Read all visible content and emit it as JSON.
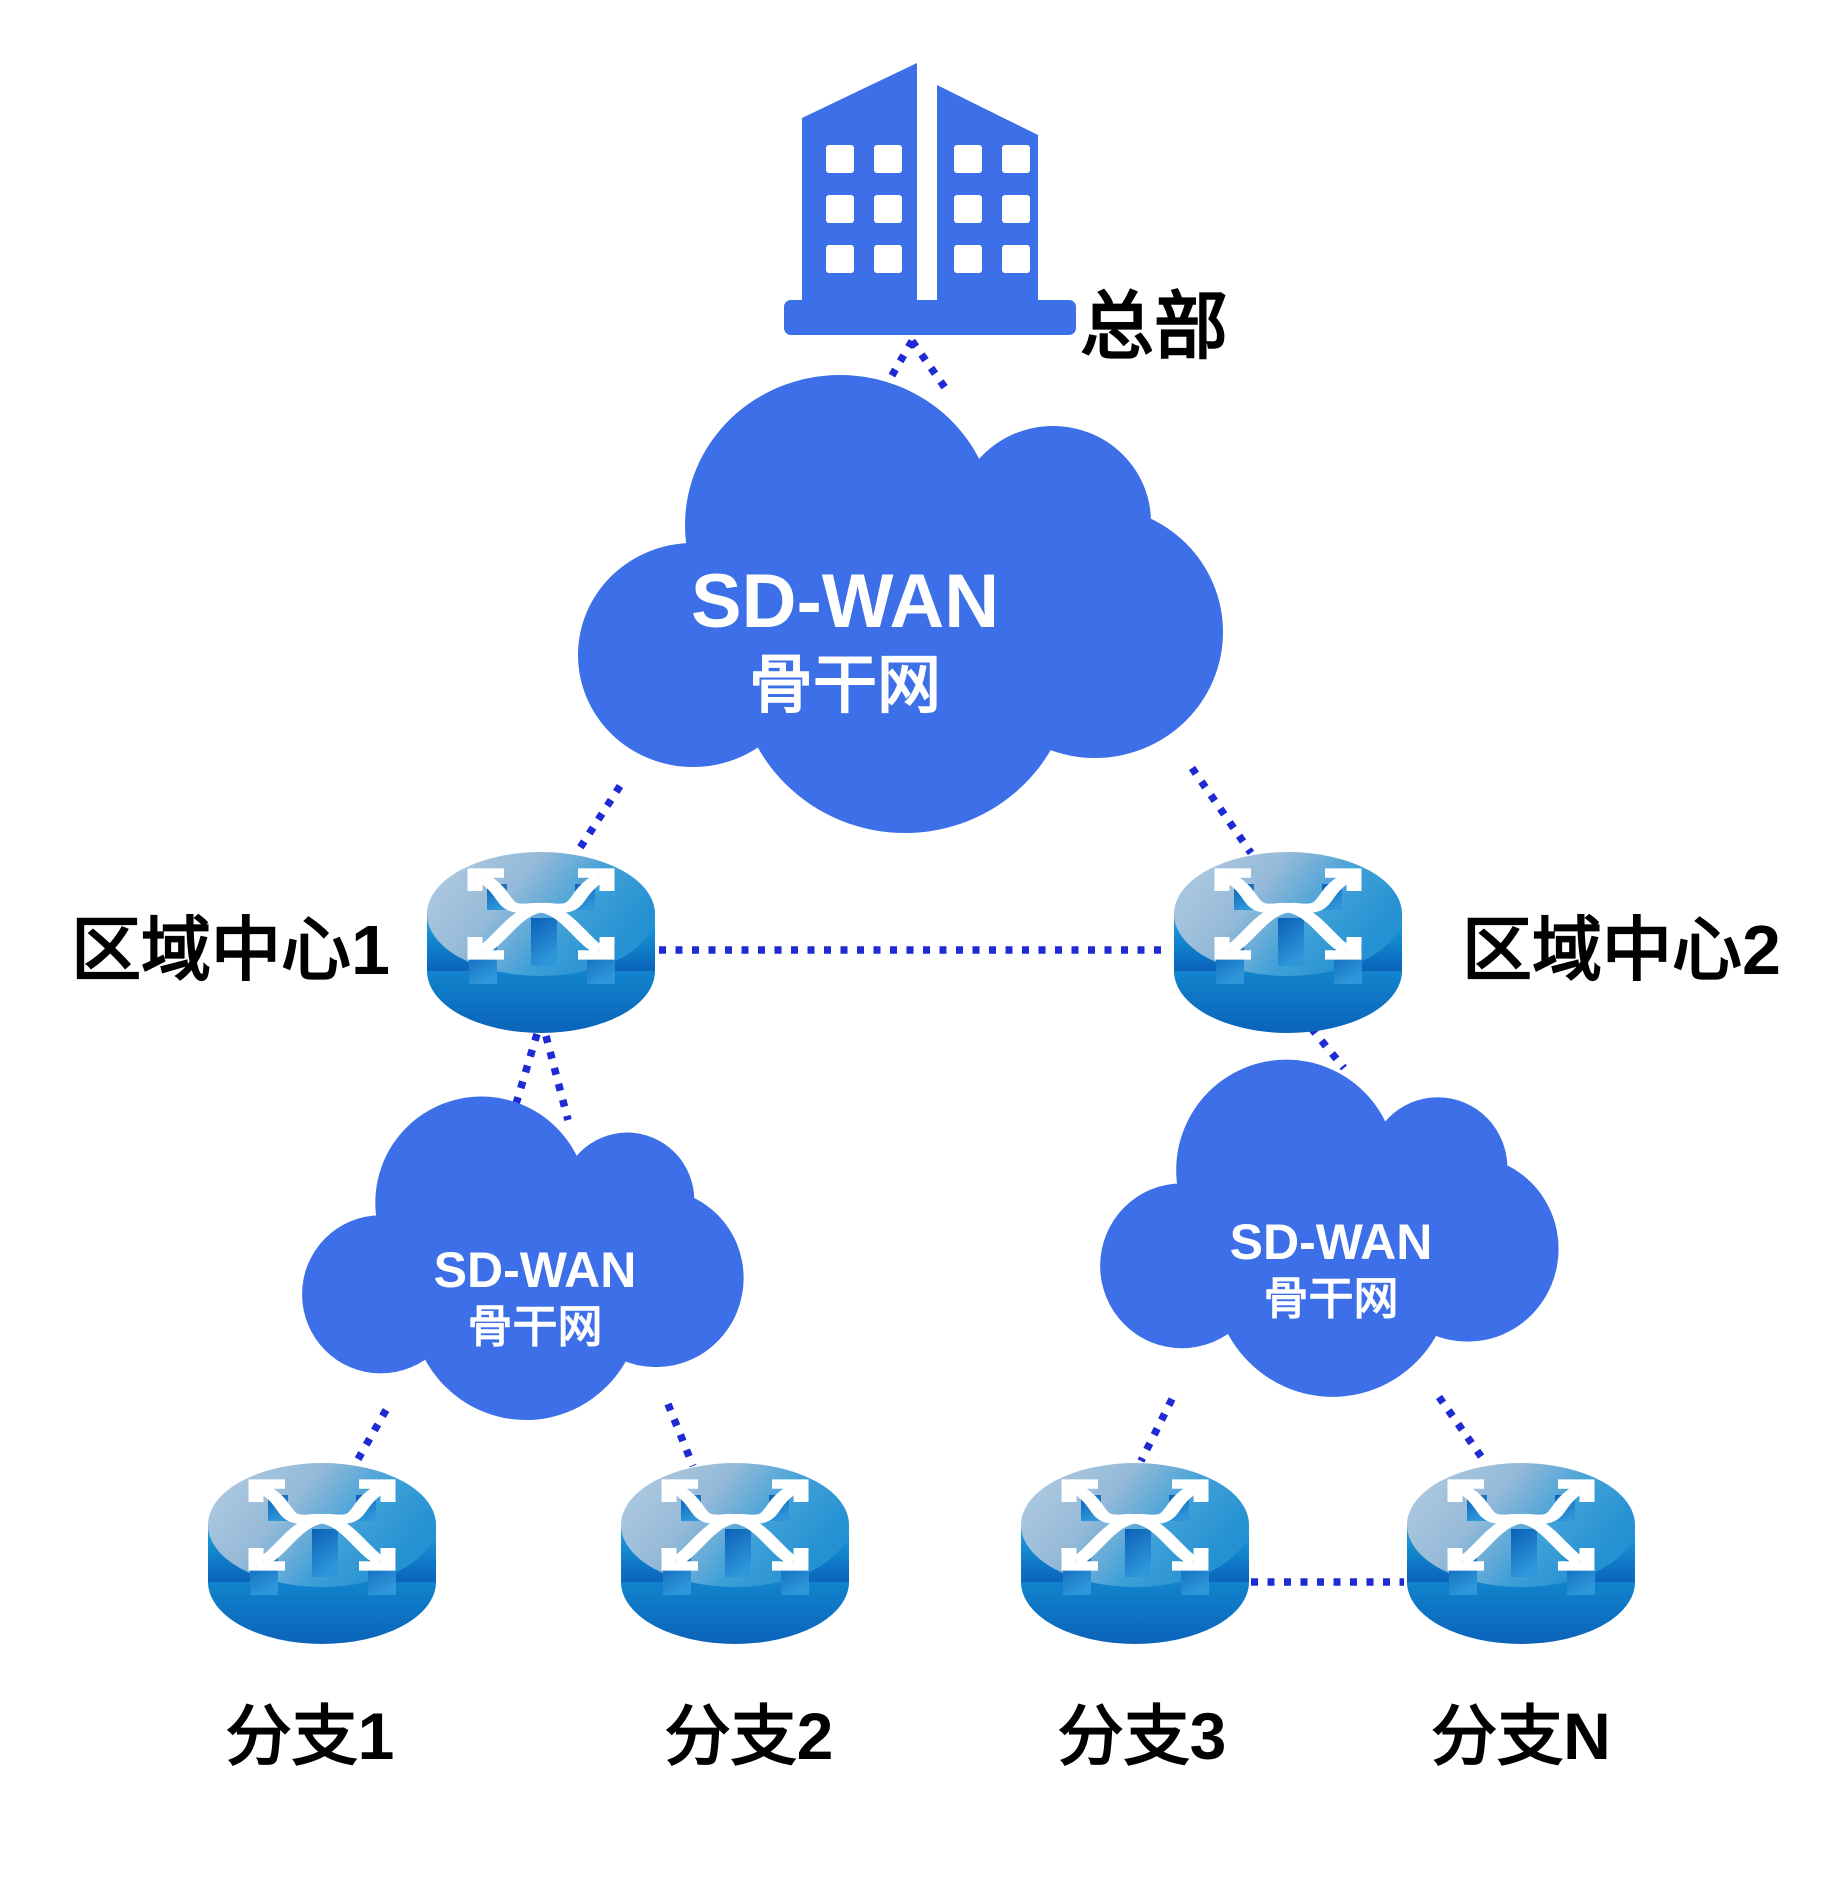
{
  "diagram": {
    "title": "SD-WAN hierarchical network topology",
    "headquarters": {
      "label": "总部"
    },
    "backbone_cloud": {
      "line1": "SD-WAN",
      "line2": "骨干网"
    },
    "regional_centers": [
      {
        "label": "区域中心1"
      },
      {
        "label": "区域中心2"
      }
    ],
    "regional_clouds": [
      {
        "line1": "SD-WAN",
        "line2": "骨干网"
      },
      {
        "line1": "SD-WAN",
        "line2": "骨干网"
      }
    ],
    "branches": [
      {
        "label": "分支1"
      },
      {
        "label": "分支2"
      },
      {
        "label": "分支3"
      },
      {
        "label": "分支N"
      }
    ],
    "colors": {
      "primary_blue": "#3d6fe8",
      "link_dotted_blue": "#1e2ad3",
      "router_top_light": "#aec9e1",
      "router_top_dark": "#2491d2",
      "router_side_light": "#2ba2de",
      "router_side_dark": "#0a63ba",
      "text_white": "#ffffff",
      "text_black": "#000000"
    }
  }
}
